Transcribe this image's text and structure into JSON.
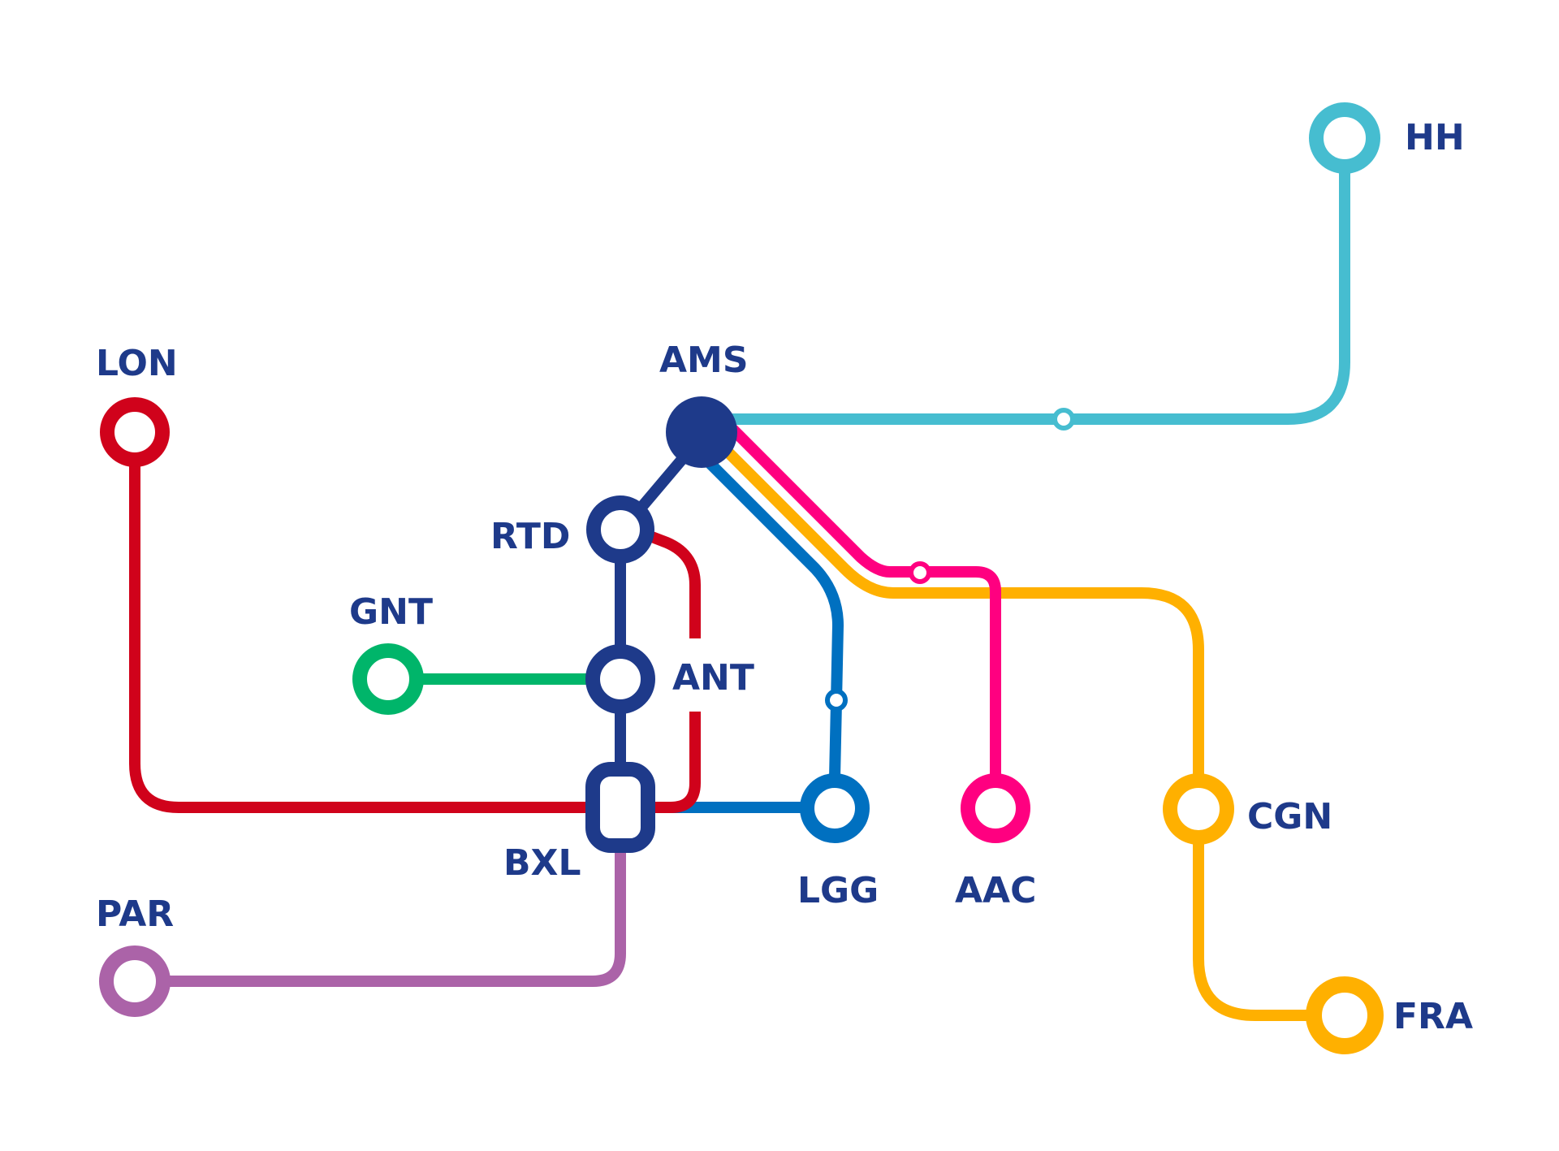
{
  "colors": {
    "ink": "#1e3a8a",
    "red": "#d0021b",
    "green": "#00b56a",
    "purple": "#ab63a8",
    "blue": "#0070c0",
    "cyan": "#46bdd0",
    "magenta": "#ff0080",
    "orange": "#ffb000",
    "white": "#ffffff"
  },
  "stations": {
    "lon": "LON",
    "ams": "AMS",
    "hh": "HH",
    "rtd": "RTD",
    "gnt": "GNT",
    "ant": "ANT",
    "bxl": "BXL",
    "lgg": "LGG",
    "aac": "AAC",
    "cgn": "CGN",
    "par": "PAR",
    "fra": "FRA"
  }
}
